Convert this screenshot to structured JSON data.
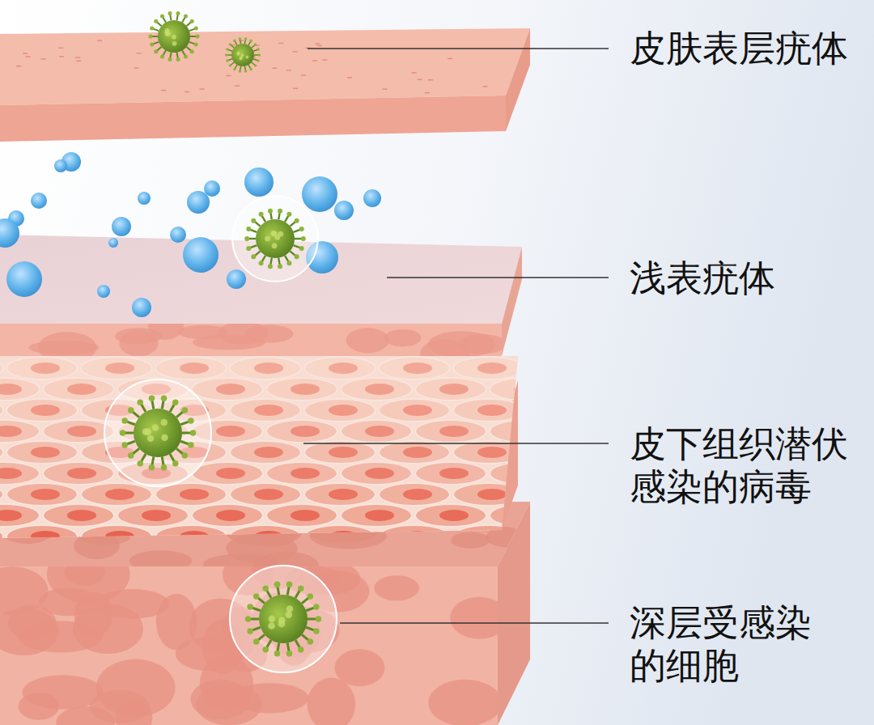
{
  "diagram": {
    "labels": [
      "皮肤表层疣体",
      "浅表疣体",
      "皮下组织潜伏感染的病毒",
      "深层受感染的细胞"
    ]
  }
}
